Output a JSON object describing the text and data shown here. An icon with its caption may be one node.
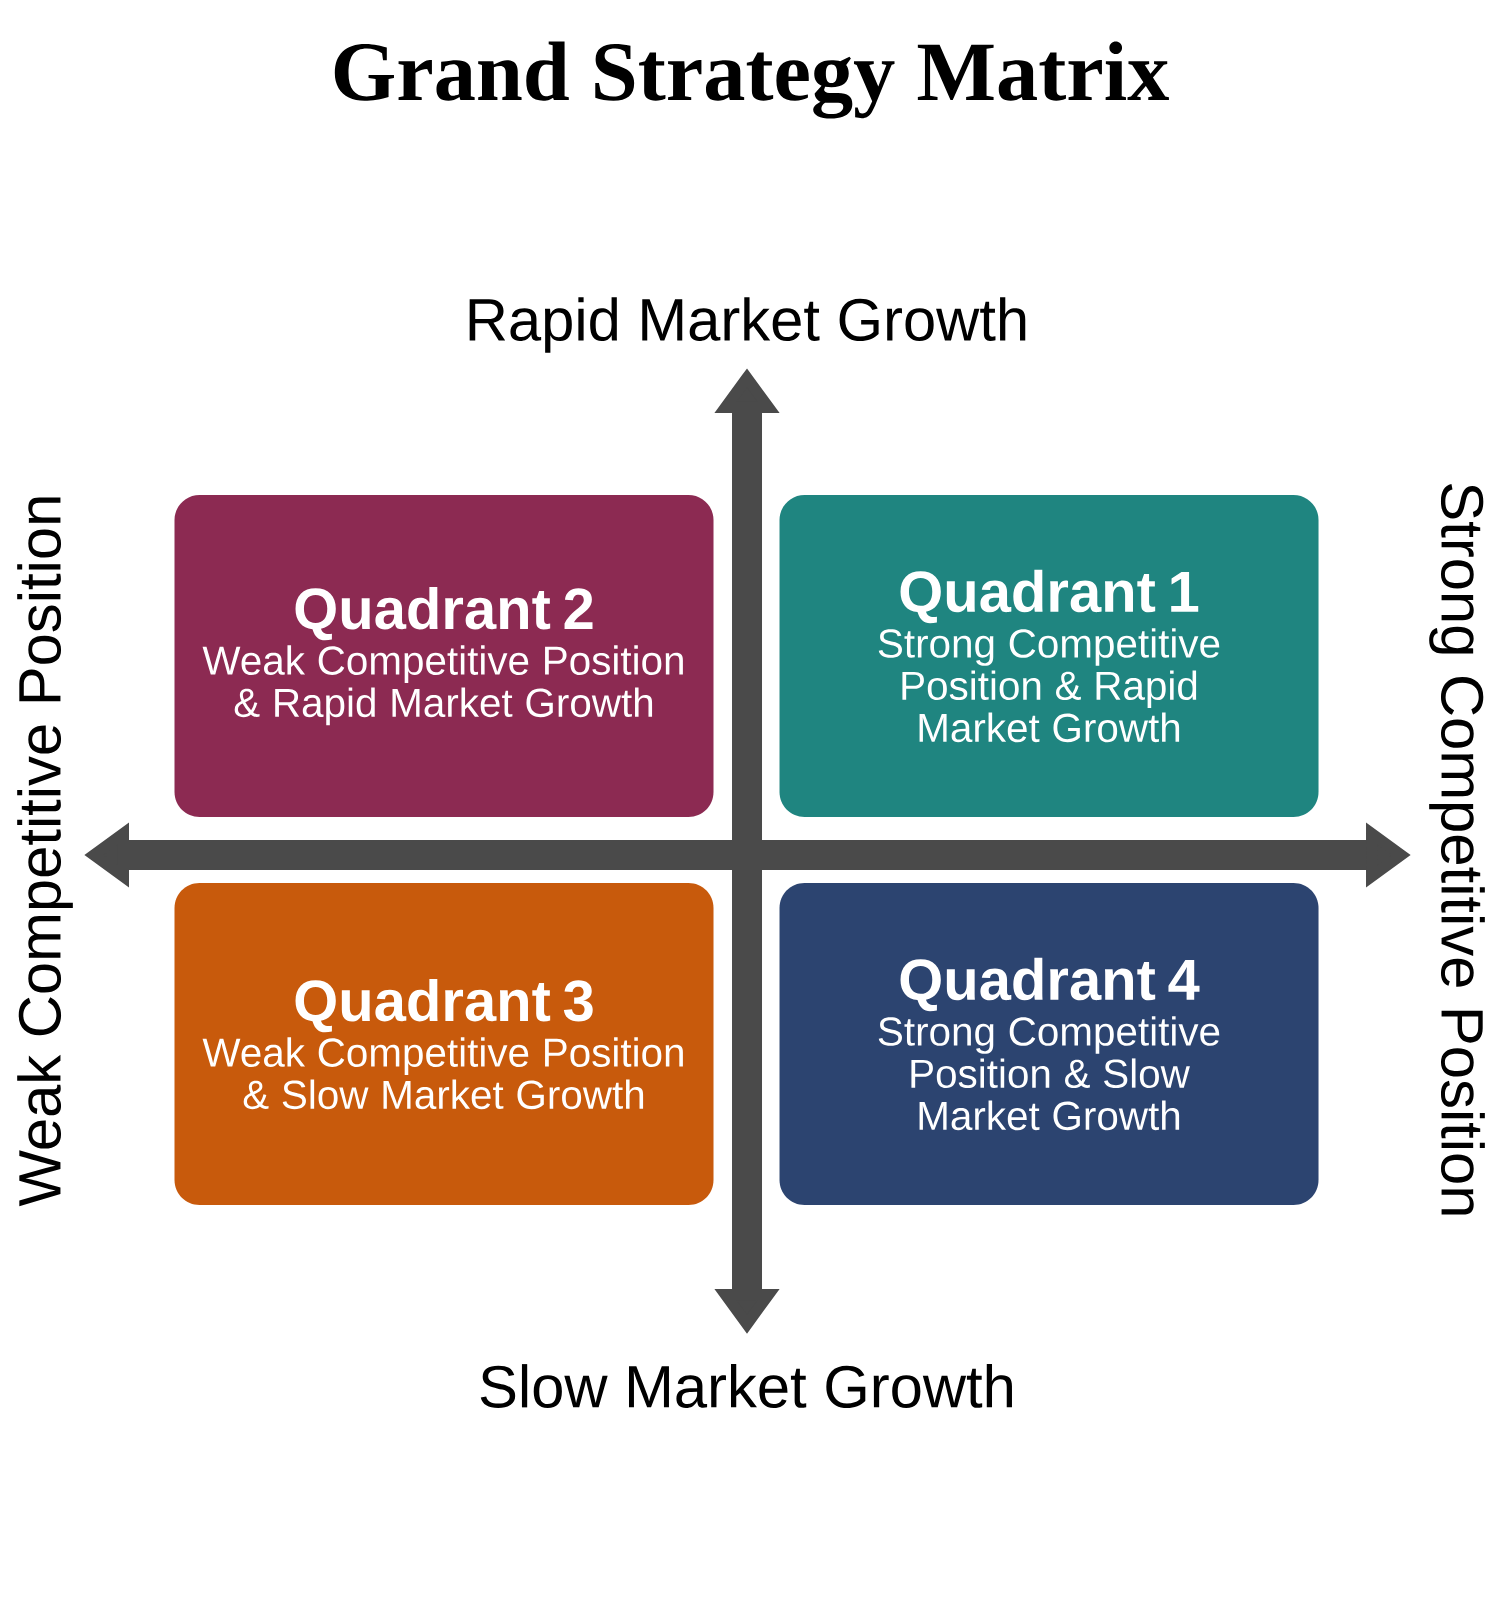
{
  "diagram": {
    "title": "Grand Strategy Matrix",
    "nodes": [
      {
        "text": [
          "Quadrant 2",
          "Weak Competitive Position & Rapid Market Growth"
        ]
      },
      {
        "text": [
          "Quadrant 1",
          "Strong Competitive Position & Rapid Market Growth"
        ]
      },
      {
        "text": [
          "Quadrant 3",
          "Weak Competitive Position & Slow Market Growth"
        ]
      },
      {
        "text": [
          "Quadrant 4",
          "Strong Competitive Position & Slow Market Growth"
        ]
      }
    ],
    "edges": [],
    "labels": [
      "Rapid Market Growth",
      "Weak Competitive Position",
      "Strong Competitive Position",
      "Slow Market Growth"
    ]
  }
}
